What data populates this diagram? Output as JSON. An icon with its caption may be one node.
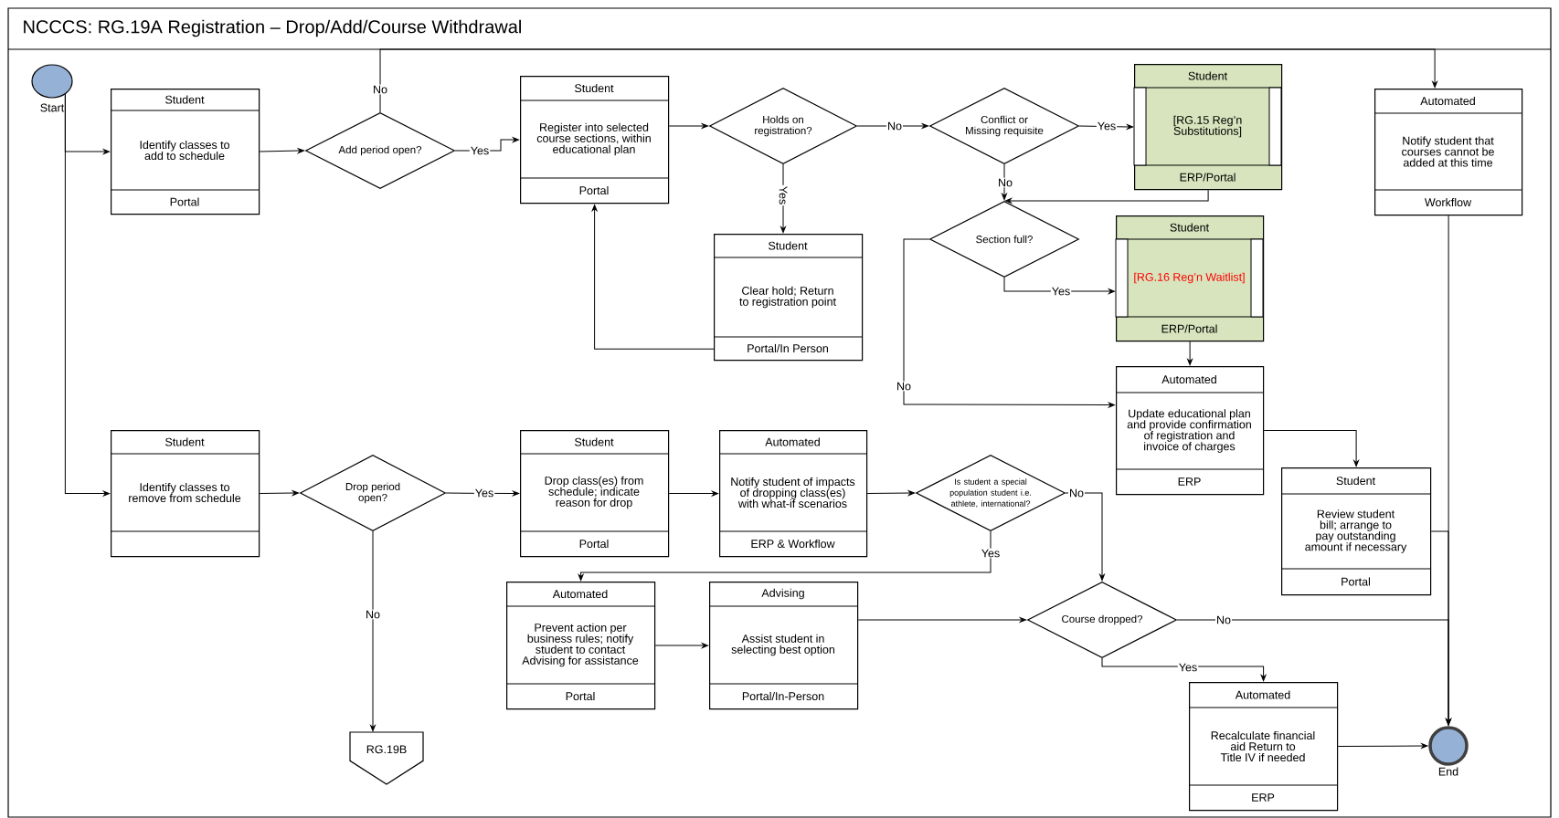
{
  "diagram": {
    "title": "NCCCS: RG.19A Registration – Drop/Add/Course Withdrawal",
    "nodes": [
      {
        "text": [],
        "shape": "circle",
        "beside": [
          "Start"
        ]
      },
      {
        "text": [
          "Student",
          "Identify classes to add to schedule",
          "Portal"
        ]
      },
      {
        "text": [
          "Add period open?"
        ]
      },
      {
        "text": [
          "Student",
          "Register into selected course sections, within educational plan",
          "Portal"
        ]
      },
      {
        "text": [
          "Holds on registration?"
        ]
      },
      {
        "text": [
          "Student",
          "Clear hold; Return to registration point",
          "Portal/In Person"
        ]
      },
      {
        "text": [
          "Conflict or Missing requisite"
        ]
      },
      {
        "text": [
          "Student",
          "[RG.15 Reg’n Substitutions]",
          "ERP/Portal"
        ]
      },
      {
        "text": [
          "Section full?"
        ]
      },
      {
        "text": [
          "Student",
          "[RG.16 Reg’n Waitlist]",
          "ERP/Portal"
        ]
      },
      {
        "text": [
          "Automated",
          "Update educational plan and provide confirmation of registration and invoice of charges",
          "ERP"
        ]
      },
      {
        "text": [
          "Automated",
          "Notify student that courses cannot be added at this time",
          "Workflow"
        ]
      },
      {
        "text": [
          "Student",
          "Identify classes to remove from schedule"
        ]
      },
      {
        "text": [
          "Drop period open?"
        ]
      },
      {
        "text": [
          "Student",
          "Drop class(es) from schedule; indicate reason for drop",
          "Portal"
        ]
      },
      {
        "text": [
          "Automated",
          "Notify student of impacts of dropping class(es) with what-if scenarios",
          "ERP & Workflow"
        ]
      },
      {
        "text": [
          "Is student a special population student i.e. athlete, international?"
        ]
      },
      {
        "text": [
          "Automated",
          "Prevent action per business rules; notify student to contact Advising for assistance",
          "Portal"
        ]
      },
      {
        "text": [
          "Advising",
          "Assist student in selecting best option",
          "Portal/In-Person"
        ]
      },
      {
        "text": [
          "Course dropped?"
        ]
      },
      {
        "text": [
          "Student",
          "Review student bill; arrange to pay outstanding amount if necessary",
          "Portal"
        ]
      },
      {
        "text": [
          "Automated",
          "Recalculate financial aid Return to Title IV if needed",
          "ERP"
        ]
      },
      {
        "text": [],
        "shape": "circle",
        "beside": [
          "End"
        ]
      },
      {
        "text": [
          "RG.19B"
        ]
      }
    ],
    "edges": [
      {
        "from": 0,
        "to": 1,
        "arrow": "to"
      },
      {
        "from": 0,
        "to": 12,
        "arrow": "to"
      },
      {
        "from": 1,
        "to": 2,
        "arrow": "to"
      },
      {
        "from": 2,
        "to": 3,
        "arrow": "to",
        "label": "Yes"
      },
      {
        "from": 2,
        "to": 11,
        "arrow": "to",
        "label": "No"
      },
      {
        "from": 3,
        "to": 4,
        "arrow": "to"
      },
      {
        "from": 4,
        "to": 6,
        "arrow": "to",
        "label": "No"
      },
      {
        "from": 4,
        "to": 5,
        "arrow": "to",
        "label": "Yes"
      },
      {
        "from": 5,
        "to": 3,
        "arrow": "to"
      },
      {
        "from": 6,
        "to": 7,
        "arrow": "to",
        "label": "Yes"
      },
      {
        "from": 6,
        "to": 8,
        "arrow": "to",
        "label": "No"
      },
      {
        "from": 7,
        "to": 8,
        "arrow": "to"
      },
      {
        "from": 8,
        "to": 9,
        "arrow": "to",
        "label": "Yes"
      },
      {
        "from": 8,
        "to": 10,
        "arrow": "to",
        "label": "No"
      },
      {
        "from": 9,
        "to": 10,
        "arrow": "to"
      },
      {
        "from": 10,
        "to": 20,
        "arrow": "to"
      },
      {
        "from": 11,
        "to": 22,
        "arrow": "to"
      },
      {
        "from": 20,
        "to": 22,
        "arrow": "to"
      },
      {
        "from": 12,
        "to": 13,
        "arrow": "to"
      },
      {
        "from": 13,
        "to": 14,
        "arrow": "to",
        "label": "Yes"
      },
      {
        "from": 13,
        "to": 23,
        "arrow": "to",
        "label": "No"
      },
      {
        "from": 14,
        "to": 15,
        "arrow": "to"
      },
      {
        "from": 15,
        "to": 16,
        "arrow": "to"
      },
      {
        "from": 16,
        "to": 19,
        "arrow": "to",
        "label": "No"
      },
      {
        "from": 16,
        "to": 17,
        "arrow": "to",
        "label": "Yes"
      },
      {
        "from": 17,
        "to": 18,
        "arrow": "to"
      },
      {
        "from": 18,
        "to": 19,
        "arrow": "to"
      },
      {
        "from": 19,
        "to": 22,
        "arrow": "to",
        "label": "No"
      },
      {
        "from": 19,
        "to": 21,
        "arrow": "to",
        "label": "Yes"
      },
      {
        "from": 21,
        "to": 22,
        "arrow": "to"
      }
    ]
  }
}
